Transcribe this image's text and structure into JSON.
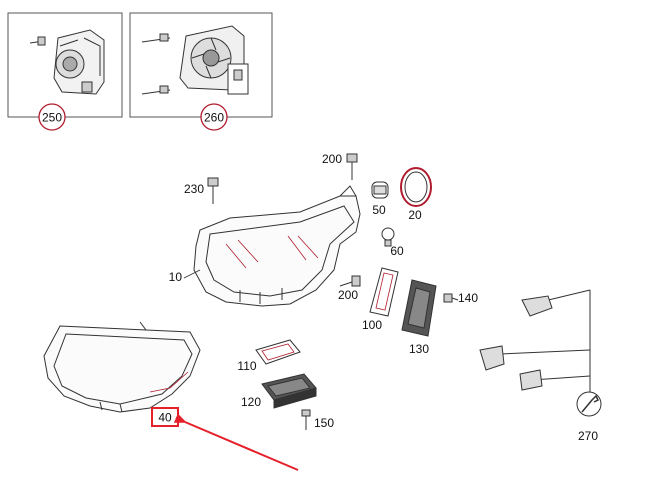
{
  "diagram": {
    "accent_color": "#b01c2e",
    "callout_color": "#e5202a",
    "inset_boxes": [
      {
        "id": "box-250",
        "callout": "250",
        "depicts": "headlamp-leveling-motor"
      },
      {
        "id": "box-260",
        "callout": "260",
        "depicts": "cooling-fan"
      }
    ],
    "parts": [
      {
        "callout": "10",
        "depicts": "headlamp-housing"
      },
      {
        "callout": "20",
        "depicts": "seal-ring"
      },
      {
        "callout": "40",
        "depicts": "lens-cover",
        "highlighted": true
      },
      {
        "callout": "50",
        "depicts": "bulb"
      },
      {
        "callout": "60",
        "depicts": "small-bulb"
      },
      {
        "callout": "100",
        "depicts": "gasket"
      },
      {
        "callout": "110",
        "depicts": "gasket"
      },
      {
        "callout": "120",
        "depicts": "control-unit"
      },
      {
        "callout": "130",
        "depicts": "led-module"
      },
      {
        "callout": "140",
        "depicts": "screw"
      },
      {
        "callout": "150",
        "depicts": "screw"
      },
      {
        "callout": "200",
        "depicts": "screw"
      },
      {
        "callout": "200",
        "depicts": "screw"
      },
      {
        "callout": "230",
        "depicts": "screw"
      },
      {
        "callout": "270",
        "depicts": "wrench-repair-kit"
      }
    ]
  }
}
